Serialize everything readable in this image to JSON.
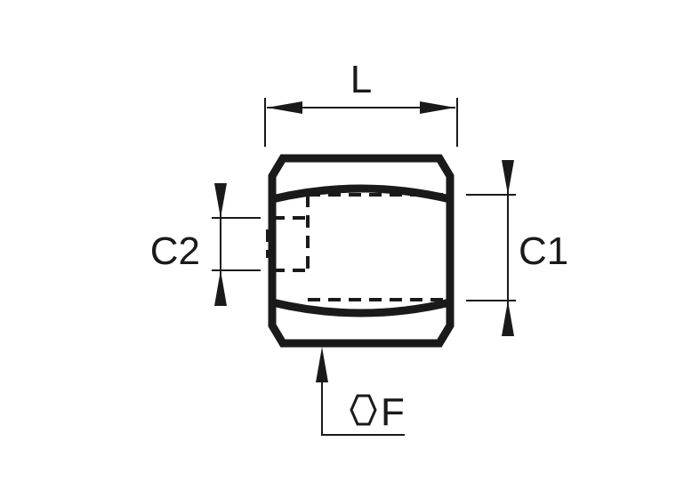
{
  "labels": {
    "length": "L",
    "thread_c1": "C1",
    "thread_c2": "C2",
    "hex_f": "F"
  },
  "icons": {
    "hex": "hexagon-icon"
  },
  "colors": {
    "line": "#1a1a1a",
    "background": "#ffffff"
  }
}
